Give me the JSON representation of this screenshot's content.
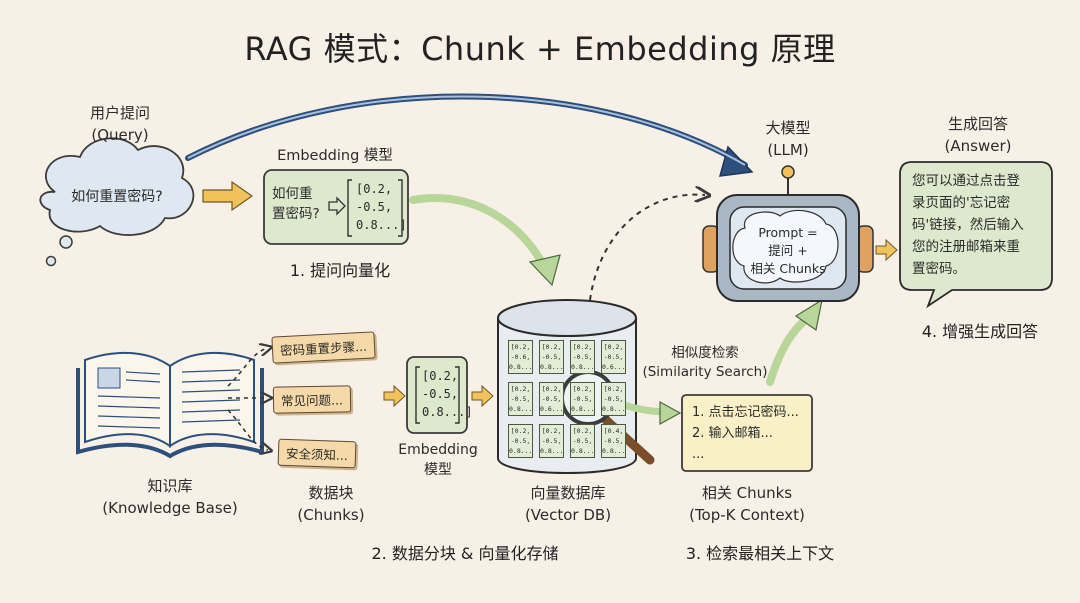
{
  "title": "RAG 模式：Chunk + Embedding 原理",
  "query": {
    "label_cn": "用户提问",
    "label_en": "(Query)",
    "text": "如何重置密码?"
  },
  "embed_top": {
    "label": "Embedding 模型",
    "text_line1": "如何重",
    "text_line2": "置密码?",
    "vec_line1": "[0.2,",
    "vec_line2": "-0.5,",
    "vec_line3": "0.8...]"
  },
  "step1": "1. 提问向量化",
  "kb": {
    "label_cn": "知识库",
    "label_en": "(Knowledge Base)"
  },
  "chunks": {
    "items": [
      "密码重置步骤...",
      "常见问题...",
      "安全须知..."
    ],
    "label_cn": "数据块",
    "label_en": "(Chunks)"
  },
  "embed_bottom": {
    "vec_line1": "[0.2,",
    "vec_line2": "-0.5,",
    "vec_line3": "0.8...]",
    "label_line1": "Embedding",
    "label_line2": "模型"
  },
  "vector_db": {
    "label_cn": "向量数据库",
    "label_en": "(Vector DB)",
    "cells": [
      [
        "[0.2,",
        "-0.6,",
        "0.8..."
      ],
      [
        "[0.2,",
        "-0.5,",
        "0.8..."
      ],
      [
        "[0.2,",
        "-0.5,",
        "0.8..."
      ],
      [
        "[0.2,",
        "-0.5,",
        "0.6..."
      ],
      [
        "[0.2,",
        "-0.5,",
        "0.8..."
      ],
      [
        "[0.2,",
        "-0.5,",
        "0.6..."
      ],
      [
        "[0.2,",
        "-0.5,",
        "0.8..."
      ],
      [
        "[0.2,",
        "-0.5,",
        "0.8..."
      ],
      [
        "[0.2,",
        "-0.5,",
        "0.8..."
      ],
      [
        "[0.2,",
        "-0.5,",
        "0.8..."
      ],
      [
        "[0.2,",
        "-0.5,",
        "0.8..."
      ],
      [
        "[0.4,",
        "-0.5,",
        "0.8..."
      ]
    ]
  },
  "step2": "2. 数据分块 & 向量化存储",
  "similarity": {
    "label_cn": "相似度检索",
    "label_en": "(Similarity Search)"
  },
  "context": {
    "line1": "1. 点击忘记密码...",
    "line2": "2. 输入邮箱...",
    "line3": "...",
    "label_cn": "相关 Chunks",
    "label_en": "(Top-K Context)"
  },
  "step3": "3. 检索最相关上下文",
  "llm": {
    "label_cn": "大模型",
    "label_en": "(LLM)",
    "prompt_line1": "Prompt =",
    "prompt_line2": "提问 +",
    "prompt_line3": "相关 Chunks"
  },
  "answer": {
    "label_cn": "生成回答",
    "label_en": "(Answer)",
    "line1": "您可以通过点击登",
    "line2": "录页面的'忘记密",
    "line3": "码'链接，然后输入",
    "line4": "您的注册邮箱来重",
    "line5": "置密码。"
  },
  "step4": "4. 增强生成回答",
  "colors": {
    "background": "#f7f0e6",
    "green_box": "#dde8cc",
    "arrow_blue": "#2d4f7c",
    "arrow_orange": "#f2c15a",
    "arrow_green": "#b9d69a",
    "paper": "#f6d9a8",
    "robot": "#a9b8c4",
    "robot_ears": "#e0a25f"
  }
}
